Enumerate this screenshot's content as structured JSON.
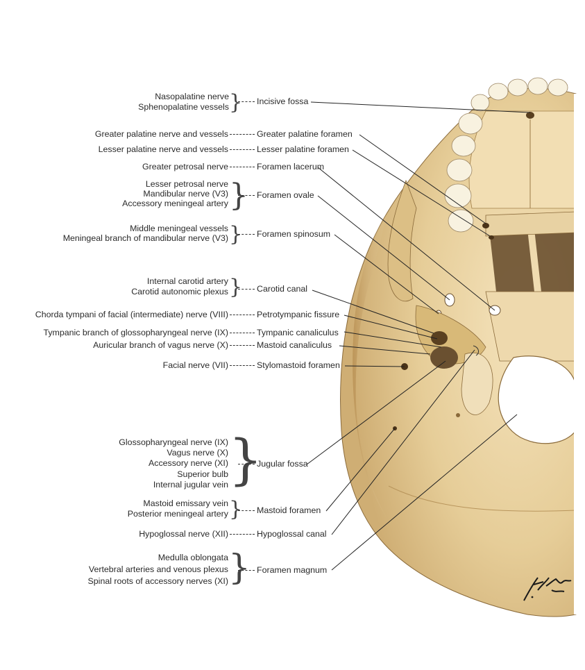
{
  "labels": {
    "incisive": {
      "left": [
        "Nasopalatine nerve",
        "Sphenopalatine vessels"
      ],
      "right": "Incisive fossa"
    },
    "greater_palatine": {
      "left": [
        "Greater palatine nerve and vessels"
      ],
      "right": "Greater palatine foramen"
    },
    "lesser_palatine": {
      "left": [
        "Lesser palatine nerve and vessels"
      ],
      "right": "Lesser palatine foramen"
    },
    "lacerum": {
      "left": [
        "Greater petrosal nerve"
      ],
      "right": "Foramen lacerum"
    },
    "ovale": {
      "left": [
        "Lesser petrosal nerve",
        "Mandibular nerve (V3)",
        "Accessory meningeal artery"
      ],
      "right": "Foramen ovale"
    },
    "spinosum": {
      "left": [
        "Middle meningeal vessels",
        "Meningeal branch of mandibular nerve (V3)"
      ],
      "right": "Foramen spinosum"
    },
    "carotid": {
      "left": [
        "Internal carotid artery",
        "Carotid autonomic plexus"
      ],
      "right": "Carotid canal"
    },
    "petrotympanic": {
      "left": [
        "Chorda tympani of facial (intermediate) nerve (VIII)"
      ],
      "right": "Petrotympanic fissure"
    },
    "tympanic": {
      "left": [
        "Tympanic branch of glossopharyngeal nerve (IX)"
      ],
      "right": "Tympanic canaliculus"
    },
    "mastoid_canaliculus": {
      "left": [
        "Auricular branch of vagus nerve (X)"
      ],
      "right": "Mastoid canaliculus"
    },
    "stylomastoid": {
      "left": [
        "Facial nerve (VII)"
      ],
      "right": "Stylomastoid foramen"
    },
    "jugular": {
      "left": [
        "Glossopharyngeal nerve (IX)",
        "Vagus nerve (X)",
        "Accessory nerve (XI)",
        "Superior bulb",
        "Internal jugular vein"
      ],
      "right": "Jugular fossa"
    },
    "mastoid_foramen": {
      "left": [
        "Mastoid emissary vein",
        "Posterior meningeal artery"
      ],
      "right": "Mastoid foramen"
    },
    "hypoglossal": {
      "left": [
        "Hypoglossal nerve (XII)"
      ],
      "right": "Hypoglossal canal"
    },
    "magnum": {
      "left": [
        "Medulla oblongata",
        "Vertebral arteries and venous plexus",
        "Spinal roots of accessory nerves (XI)"
      ],
      "right": "Foramen magnum"
    }
  },
  "signature": "F. Netter M.D.",
  "colors": {
    "bone": "#ecd6a8",
    "bone_shadow": "#c9a66a",
    "bone_dark": "#8a6a3a",
    "leader": "#222222"
  }
}
